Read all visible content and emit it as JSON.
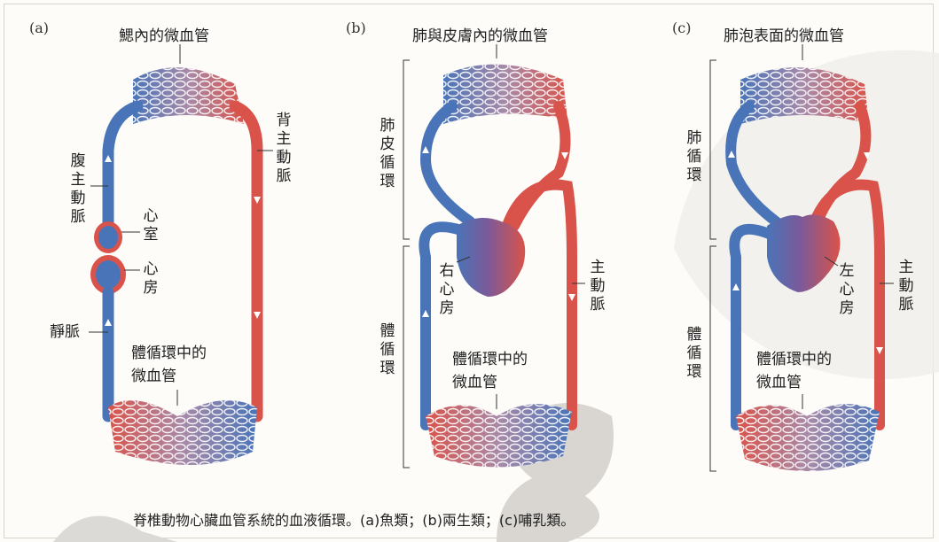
{
  "panels": [
    {
      "letter": "(a)",
      "title": "鰓內的微血管",
      "labels": {
        "dorsal_aorta": "背主動脈",
        "ventral_aorta": "腹主動脈",
        "ventricle": "心室",
        "atrium": "心房",
        "vein": "靜脈",
        "systemic_capillaries": [
          "體循環中的",
          "微血管"
        ]
      }
    },
    {
      "letter": "(b)",
      "title": "肺與皮膚內的微血管",
      "labels": {
        "pulmocutaneous_circuit": "肺皮循環",
        "systemic_circuit": "體循環",
        "right_atrium": "右心房",
        "aorta": "主動脈",
        "systemic_capillaries": [
          "體循環中的",
          "微血管"
        ]
      }
    },
    {
      "letter": "(c)",
      "title": "肺泡表面的微血管",
      "labels": {
        "pulmonary_circuit": "肺循環",
        "systemic_circuit": "體循環",
        "left_atrium": "左心房",
        "aorta": "主動脈",
        "systemic_capillaries": [
          "體循環中的",
          "微血管"
        ]
      }
    }
  ],
  "caption": "脊椎動物心臟血管系統的血液循環。(a)魚類；(b)兩生類；(c)哺乳類。",
  "colors": {
    "oxygenated": "#d9534a",
    "deoxygenated": "#4a74b8",
    "capillary": "#c58b9a"
  }
}
